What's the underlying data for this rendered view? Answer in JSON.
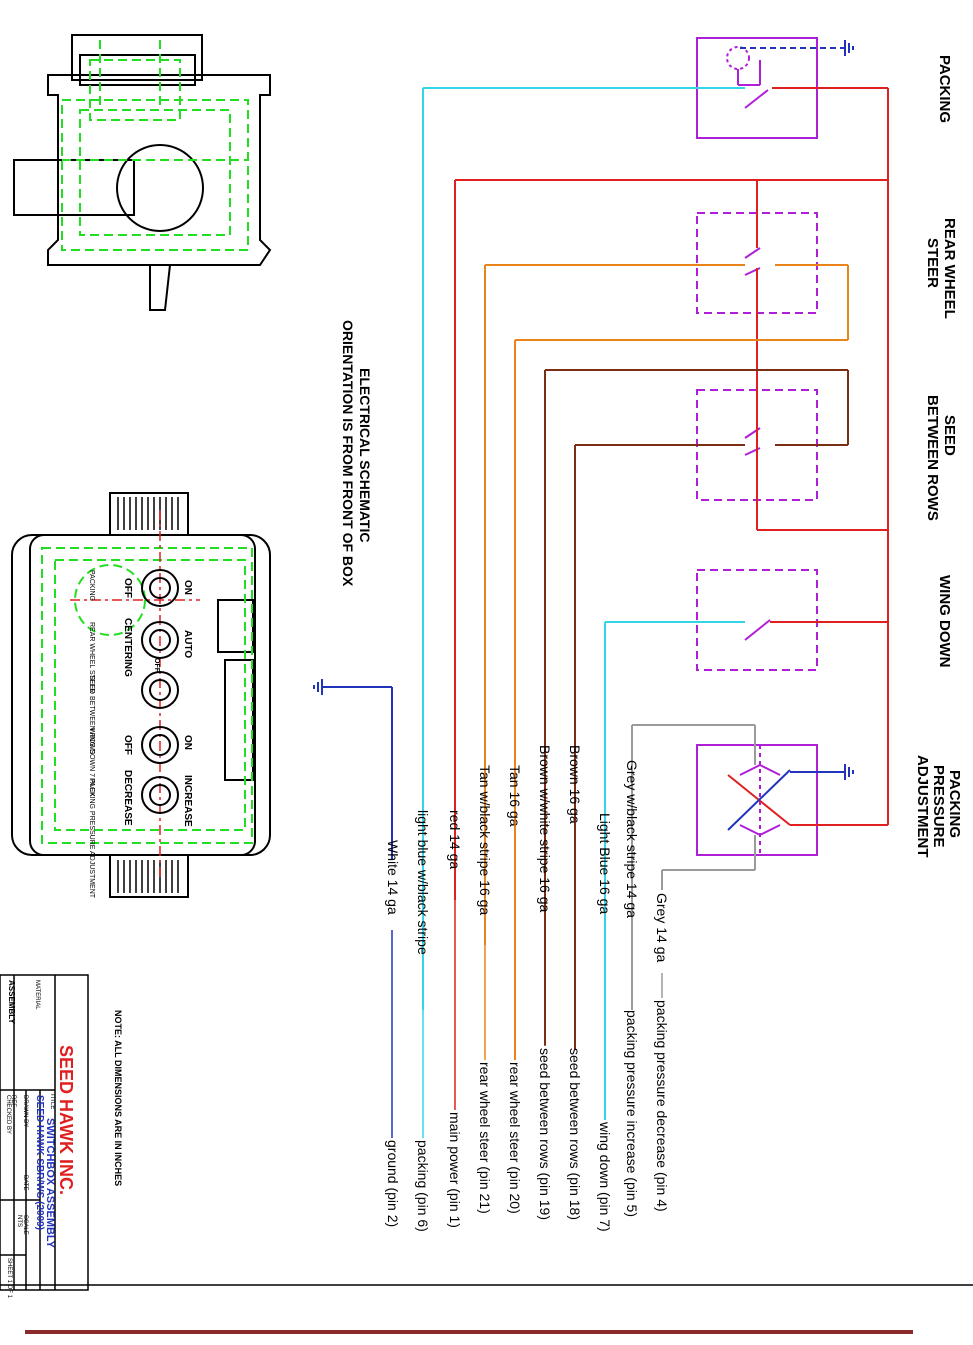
{
  "switch_labels": {
    "packing": "PACKING",
    "rear_wheel_1": "REAR WHEEL",
    "rear_wheel_2": "STEER",
    "seed_1": "SEED",
    "seed_2": "BETWEEN ROWS",
    "wing": "WING DOWN",
    "pressure_1": "PACKING",
    "pressure_2": "PRESSURE",
    "pressure_3": "ADJUSTMENT"
  },
  "schematic_note_1": "ELECTRICAL SCHEMATIC",
  "schematic_note_2": "ORIENTATION IS FROM FRONT OF BOX",
  "wires": [
    {
      "label": "Grey 14 ga",
      "pin": "packing pressure decrease (pin 4)",
      "color": "#9a9a9a"
    },
    {
      "label": "Grey w/black stripe 14 ga",
      "pin": "packing pressure increase (pin 5)",
      "color": "#9a9a9a"
    },
    {
      "label": "Light Blue 16 ga",
      "pin": "wing down (pin 7)",
      "color": "#33d6e6"
    },
    {
      "label": "Brown 16 ga",
      "pin": "seed between rows (pin 18)",
      "color": "#7a2e14"
    },
    {
      "label": "Brown w/white stripe 16 ga",
      "pin": "seed between rows (pin 19)",
      "color": "#7a2e14"
    },
    {
      "label": "Tan 16 ga",
      "pin": "rear wheel steer (pin 20)",
      "color": "#e8841a"
    },
    {
      "label": "Tan w/black stripe 16 ga",
      "pin": "rear wheel steer (pin 21)",
      "color": "#e8841a"
    },
    {
      "label": "red 14 ga",
      "pin": "main power (pin 1)",
      "color": "#e02020"
    },
    {
      "label": "light blue w/black stripe",
      "pin": "packing (pin 6)",
      "color": "#33d6e6"
    },
    {
      "label": "White 14 ga",
      "pin": "ground (pin 2)",
      "color": "#2233bb"
    }
  ],
  "box_face": {
    "top_row": [
      "ON",
      "AUTO",
      "ON",
      "INCREASE"
    ],
    "mid_row": [
      "OFF",
      "CENTERING",
      "OFF",
      "DECREASE"
    ],
    "bottom_labels": [
      "PACKING",
      "REAR WHEEL STEER",
      "SEED BETWEEN ROWS",
      "WING DOWN 7 PLEX",
      "PACKING PRESSURE ADJUSTMENT"
    ],
    "small_off": "OFF"
  },
  "note": "NOTE: ALL DIMENSIONS ARE IN INCHES",
  "title_block": {
    "company": "SEED HAWK INC.",
    "title_label": "TITLE",
    "title": "SWITCHBOX ASSEMBLY",
    "subtitle": "SEED HAWK SBR/WS (2009)",
    "drawn": "DRAWN BY",
    "date": "DATE",
    "scale": "SCALE",
    "scale_val": "NTS",
    "material": "MATERIAL",
    "ref": "REF",
    "checked": "CHECKED BY",
    "sheet": "SHEET 1 OF 1",
    "assembly": "ASSEMBLY"
  },
  "colors": {
    "switch": "#b01fd8",
    "green": "#22dd22",
    "red": "#e02020",
    "blue": "#2233bb",
    "cyan": "#33d6e6",
    "orange": "#e8841a",
    "brown": "#7a2e14",
    "grey": "#9a9a9a",
    "footer": "#8b2a2a"
  }
}
